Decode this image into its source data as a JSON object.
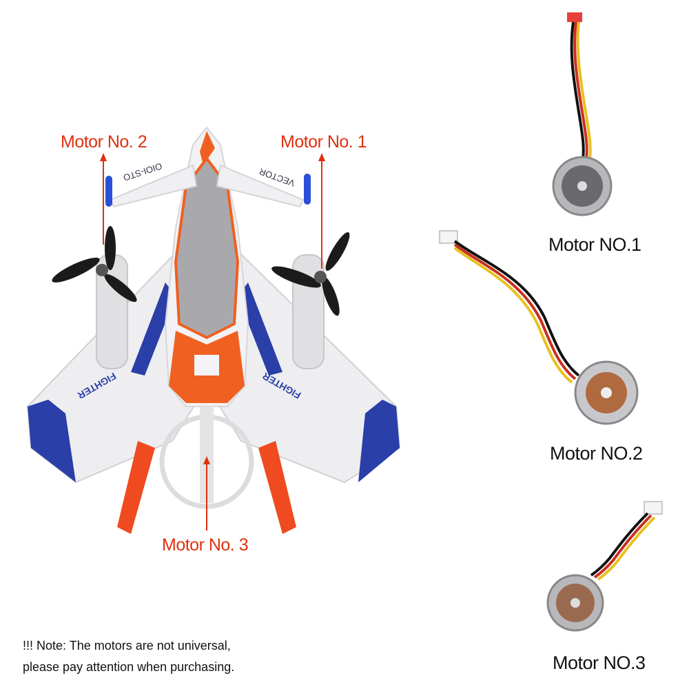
{
  "callouts": {
    "motor_2": "Motor No. 2",
    "motor_1": "Motor No. 1",
    "motor_3": "Motor No. 3"
  },
  "aircraft_markings": {
    "left_wing": "OIOI-STO",
    "right_wing": "VECTOR",
    "body_left": "FIGHTER",
    "body_right": "FIGHTER"
  },
  "motors": [
    {
      "label": "Motor NO.1"
    },
    {
      "label": "Motor NO.2"
    },
    {
      "label": "Motor NO.3"
    }
  ],
  "note": {
    "line1": "!!! Note: The motors are not universal,",
    "line2": "please pay attention when purchasing."
  },
  "colors": {
    "callout": "#e03010",
    "body": "#f0f0f2",
    "orange": "#f06020",
    "blue": "#2a3fa8",
    "canopy": "#a8a8ac"
  }
}
